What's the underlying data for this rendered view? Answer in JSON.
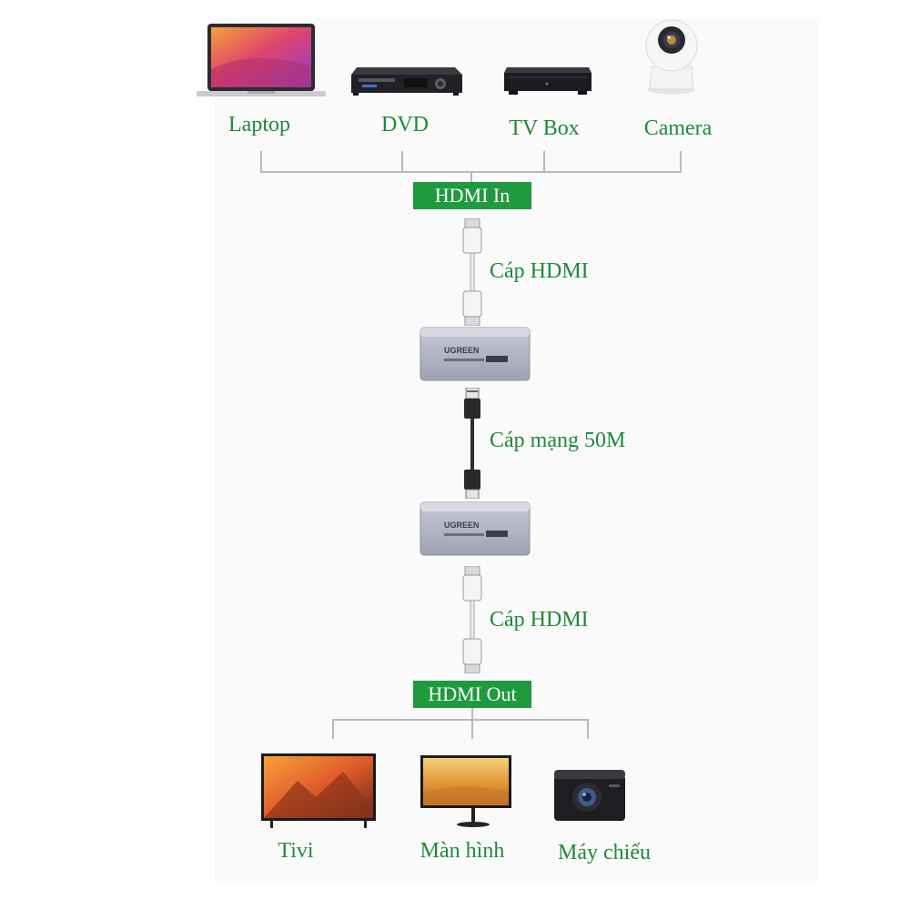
{
  "inputs": {
    "laptop": "Laptop",
    "dvd": "DVD",
    "tvbox": "TV Box",
    "camera": "Camera"
  },
  "hdmi_in_label": "HDMI In",
  "cable_hdmi_top": "Cáp HDMI",
  "cable_network": "Cáp mạng 50M",
  "cable_hdmi_bottom": "Cáp HDMI",
  "hdmi_out_label": "HDMI Out",
  "outputs": {
    "tivi": "Tivi",
    "monitor": "Màn hình",
    "projector": "Máy chiếu"
  },
  "brand": "UGREEN",
  "colors": {
    "label_green": "#1f8a3a",
    "badge_green": "#1f9a3f",
    "connector_line": "#b9b9b9"
  }
}
